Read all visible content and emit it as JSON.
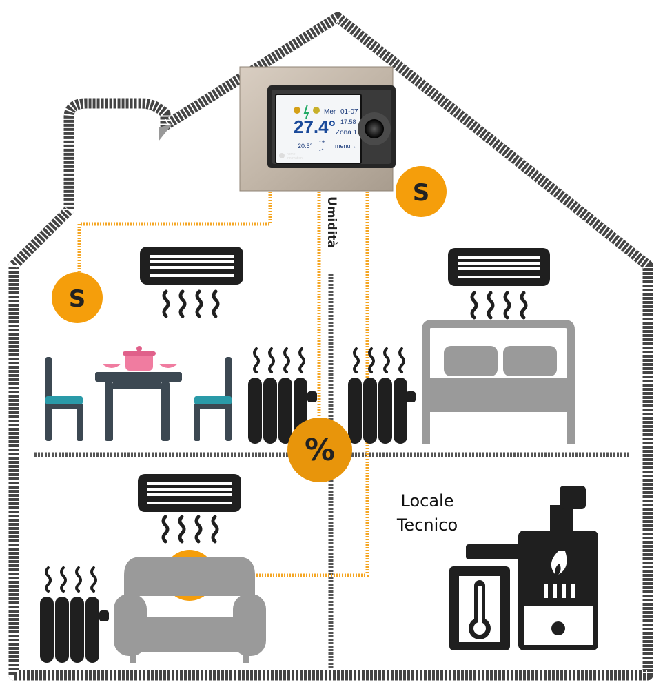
{
  "thermostat": {
    "day": "Mer",
    "date": "01-07",
    "temperature": "27.4°",
    "time": "17:58",
    "zone": "Zona 1",
    "setpoint": "20.5°",
    "up_arrows": "↑+",
    "down_arrows": "↓-",
    "menu": "menu→",
    "brand_line1": "home",
    "brand_line2": "innovation"
  },
  "labels": {
    "humidity_line": "Umidità",
    "technical_room_line1": "Locale",
    "technical_room_line2": "Tecnico"
  },
  "sensors": {
    "symbol": "S",
    "humidity_symbol": "%"
  },
  "colors": {
    "sensor_orange": "#f59e0b",
    "humidity_orange": "#e8950b",
    "wire_orange": "#f5a623",
    "icon_dark": "#1f1f1f",
    "icon_grey": "#9a9a9a",
    "chair_teal": "#2a9aa8",
    "pot_pink": "#f07ca0",
    "chair_frame": "#3c4852",
    "house_outline": "#444444"
  }
}
